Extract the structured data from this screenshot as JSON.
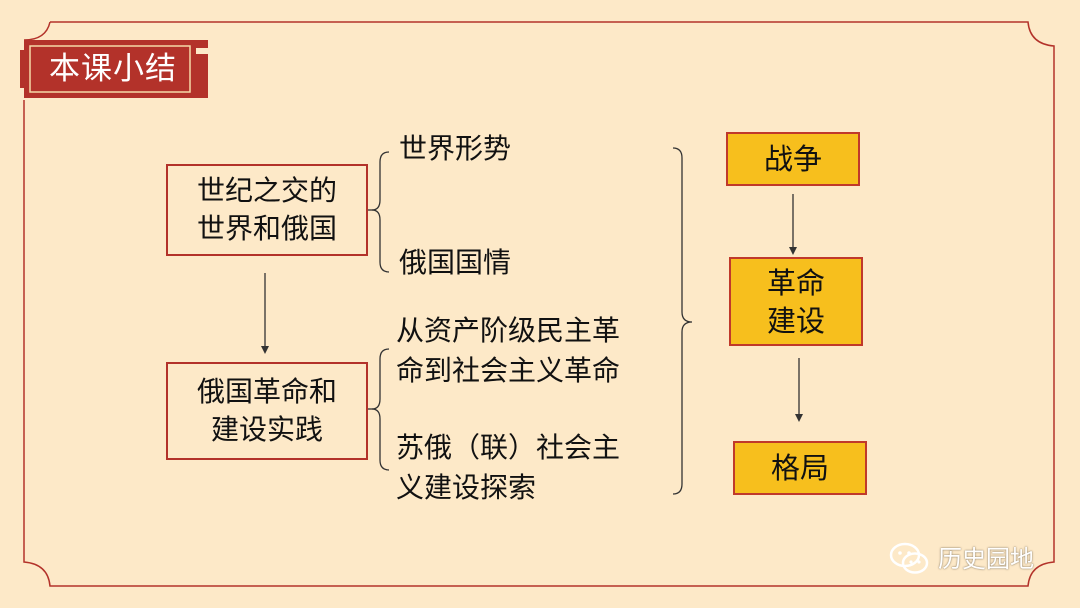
{
  "title": "本课小结",
  "topic_boxes": {
    "world": [
      "世纪之交的",
      "世界和俄国"
    ],
    "practice": [
      "俄国革命和",
      "建设实践"
    ]
  },
  "sub_items": {
    "world_situation": "世界形势",
    "russia_condition": "俄国国情",
    "revolution": [
      "从资产阶级民主革",
      "命到社会主义革命"
    ],
    "exploration": [
      "苏俄（联）社会主",
      "义建设探索"
    ]
  },
  "theme_boxes": {
    "war": "战争",
    "revolution_construction": [
      "革命",
      "建设"
    ],
    "pattern": "格局"
  },
  "watermark": "历史园地",
  "colors": {
    "background": "#fde9c8",
    "border_red": "#b3322a",
    "highlight_yellow": "#f7bf1d"
  }
}
